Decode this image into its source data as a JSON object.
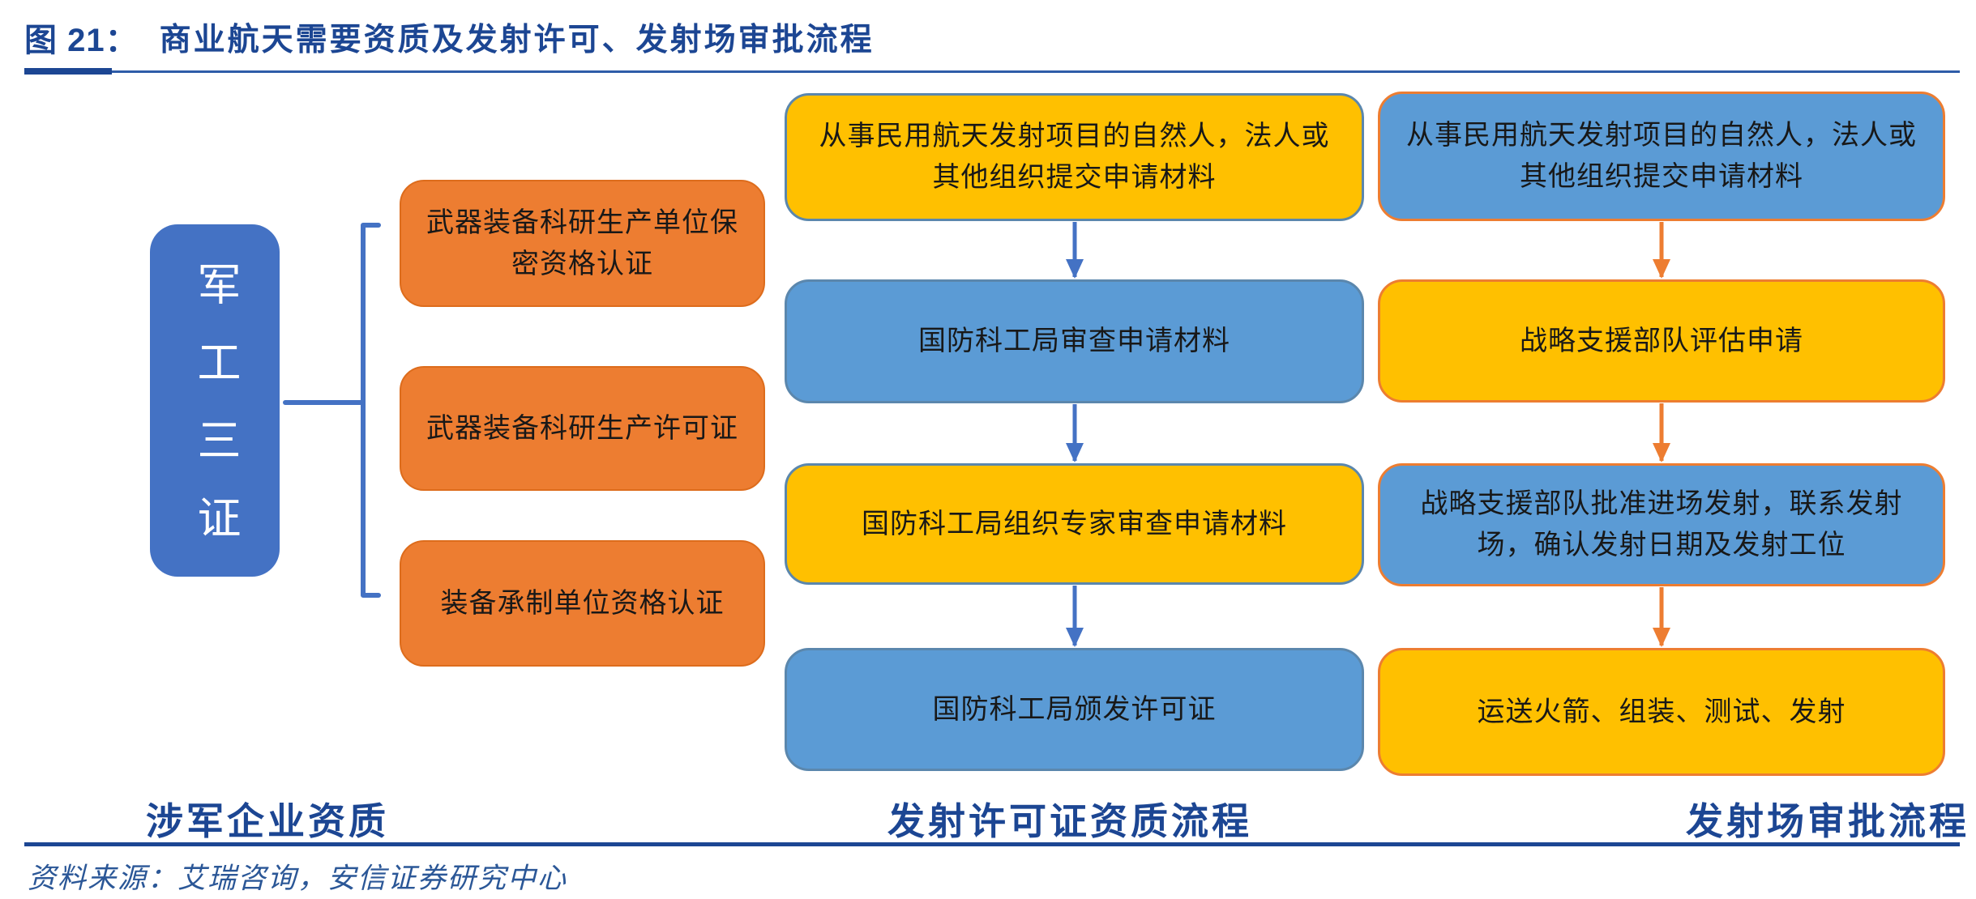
{
  "header": {
    "figure_label": "图 21：",
    "title": "商业航天需要资质及发射许可、发射场审批流程"
  },
  "left_section": {
    "pillar_label": "军工三证",
    "items": [
      "武器装备科研生产单位保密资格认证",
      "武器装备科研生产许可证",
      "装备承制单位资格认证"
    ],
    "bottom_label": "涉军企业资质"
  },
  "license_flow": {
    "steps": [
      "从事民用航天发射项目的自然人，法人或其他组织提交申请材料",
      "国防科工局审查申请材料",
      "国防科工局组织专家审查申请材料",
      "国防科工局颁发许可证"
    ],
    "bottom_label": "发射许可证资质流程"
  },
  "launch_site_flow": {
    "steps": [
      "从事民用航天发射项目的自然人，法人或其他组织提交申请材料",
      "战略支援部队评估申请",
      "战略支援部队批准进场发射，联系发射场，确认发射日期及发射工位",
      "运送火箭、组装、测试、发射"
    ],
    "bottom_label": "发射场审批流程"
  },
  "footer": {
    "source": "资料来源：艾瑞咨询，安信证券研究中心"
  },
  "colors": {
    "accent_navy": "#1C4693",
    "rule_blue": "#2E5CA8",
    "source_blue": "#2B5797",
    "pillar_blue": "#4472C4",
    "flow_blue": "#5B9BD5",
    "orange": "#ED7D31",
    "yellow": "#FFC000"
  }
}
